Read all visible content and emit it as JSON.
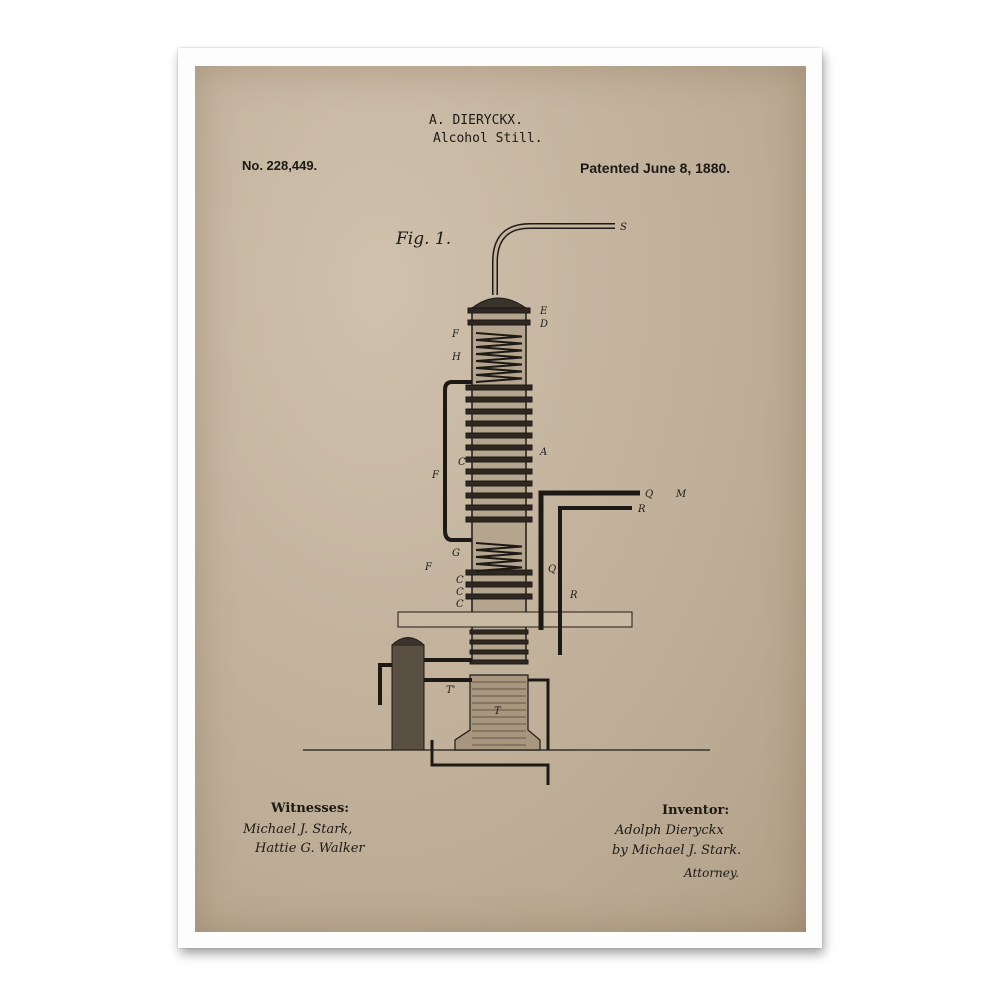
{
  "header": {
    "inventor_name": "A. DIERYCKX.",
    "title": "Alcohol Still.",
    "patent_number": "No. 228,449.",
    "patent_date": "Patented June 8, 1880."
  },
  "figure": {
    "label": "Fig. 1.",
    "parts": {
      "S": "S",
      "E": "E",
      "D": "D",
      "F_top": "F",
      "H": "H",
      "A": "A",
      "C_mid": "C",
      "F_left": "F",
      "Q_top": "Q",
      "M": "M",
      "R_top": "R",
      "G": "G",
      "F_low": "F",
      "C1": "C",
      "C2": "C",
      "C3": "C",
      "Q_side": "Q",
      "R_side": "R",
      "T_prime": "T'",
      "T": "T"
    }
  },
  "footer": {
    "witnesses_label": "Witnesses:",
    "witness_1": "Michael J. Stark,",
    "witness_2": "Hattie G. Walker",
    "inventor_label": "Inventor:",
    "inventor_signature": "Adolph Dieryckx",
    "by_attorney": "by Michael J. Stark.",
    "attorney_label": "Attorney."
  },
  "colors": {
    "paper": "#c4b49e",
    "ink": "#1d1a16",
    "frame": "#fdfdfd"
  }
}
